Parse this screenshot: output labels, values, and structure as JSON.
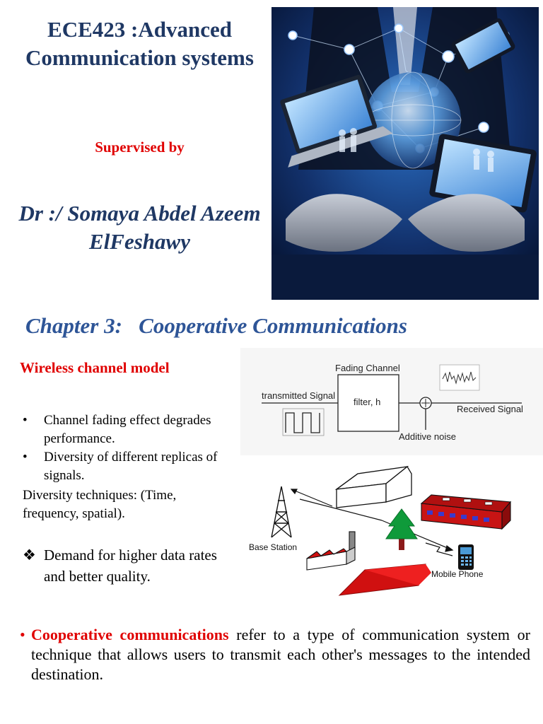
{
  "title": {
    "course": "ECE423  :Advanced Communication systems",
    "supervised_by": "Supervised by",
    "supervisor": "Dr :/ Somaya Abdel Azeem ElFeshawy"
  },
  "chapter": {
    "heading": "Chapter 3:   Cooperative Communications"
  },
  "wireless": {
    "heading": "Wireless channel model",
    "bullets": [
      "Channel fading effect degrades performance.",
      "Diversity of different replicas of signals."
    ],
    "diversity_text": "Diversity techniques: (Time, frequency, spatial).",
    "demand_text": "Demand for higher data rates and better quality."
  },
  "channel_diagram": {
    "fading_channel": "Fading Channel",
    "filter": "filter, h",
    "transmitted": "transmitted Signal",
    "received": "Received Signal",
    "noise": "Additive noise"
  },
  "scene_diagram": {
    "base_station": "Base Station",
    "mobile_phone": "Mobile Phone"
  },
  "cooperative": {
    "term": "Cooperative communications",
    "text": " refer to a type of communication system or technique that allows users to transmit each other's messages to the intended destination."
  },
  "colors": {
    "title_blue": "#1f3864",
    "chapter_blue": "#2e5597",
    "accent_red": "#e00000"
  }
}
